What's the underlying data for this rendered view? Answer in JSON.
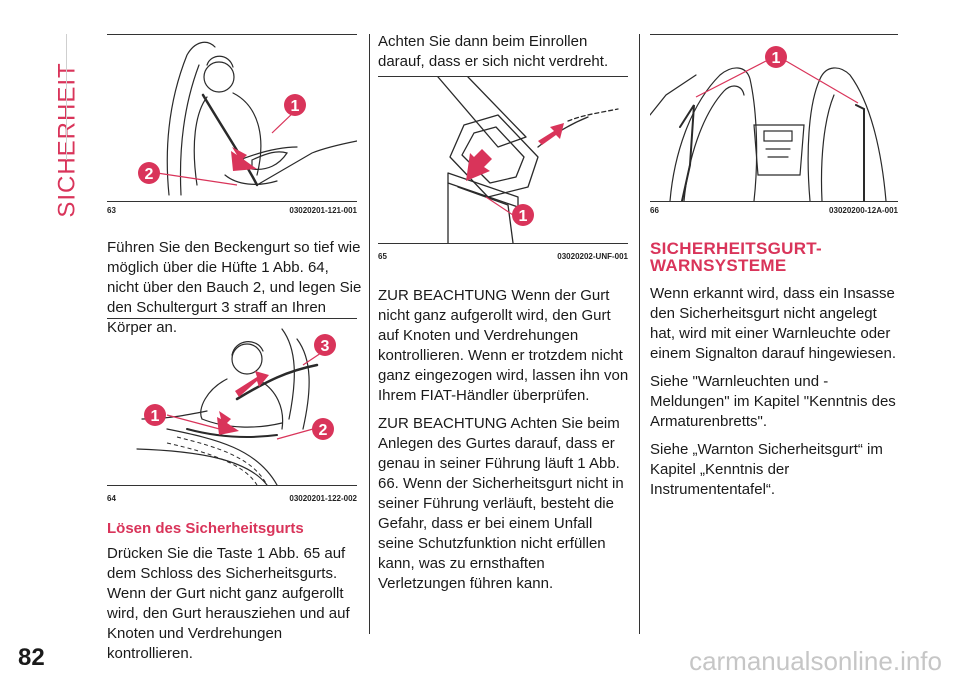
{
  "section_title": "SICHERHEIT",
  "page_number": "82",
  "watermark": "carmanualsonline.info",
  "colors": {
    "accent": "#d9345a",
    "arrow": "#d9345a",
    "line_art": "#2a2a2a"
  },
  "figures": [
    {
      "num": "63",
      "code": "03020201-121-001",
      "callouts": [
        "1",
        "2"
      ]
    },
    {
      "num": "64",
      "code": "03020201-122-002",
      "callouts": [
        "3",
        "1",
        "2"
      ]
    },
    {
      "num": "65",
      "code": "03020202-UNF-001",
      "callouts": [
        "1"
      ]
    },
    {
      "num": "66",
      "code": "03020200-12A-001",
      "callouts": [
        "1"
      ]
    }
  ],
  "col1": {
    "para1": "Führen Sie den Beckengurt so tief wie möglich über die Hüfte 1 Abb. 64, nicht über den Bauch 2, und legen Sie den Schultergurt 3 straff an Ihren Körper an.",
    "subheading": "Lösen des Sicherheitsgurts",
    "para2": "Drücken Sie die Taste 1 Abb. 65 auf dem Schloss des Sicherheitsgurts. Wenn der Gurt nicht ganz aufgerollt wird, den Gurt herausziehen und auf Knoten und Verdrehungen kontrollieren."
  },
  "col2": {
    "intro": "Achten Sie dann beim Einrollen darauf, dass er sich nicht verdreht.",
    "note1": "ZUR BEACHTUNG Wenn der Gurt nicht ganz aufgerollt wird, den Gurt auf Knoten und Verdrehungen kontrollieren. Wenn er trotzdem nicht ganz eingezogen wird, lassen ihn von Ihrem FIAT-Händler überprüfen.",
    "note2": "ZUR BEACHTUNG Achten Sie beim Anlegen des Gurtes darauf, dass er genau in seiner Führung läuft 1 Abb. 66. Wenn der Sicherheitsgurt nicht in seiner Führung verläuft, besteht die Gefahr, dass er bei einem Unfall seine Schutzfunktion nicht erfüllen kann, was zu ernsthaften Verletzungen führen kann."
  },
  "col3": {
    "heading_line1": "SICHERHEITSGURT-",
    "heading_line2": "WARNSYSTEME",
    "para1": "Wenn erkannt wird, dass ein Insasse den Sicherheitsgurt nicht angelegt hat, wird mit einer Warnleuchte oder einem Signalton darauf hingewiesen.",
    "para2": "Siehe \"Warnleuchten und -Meldungen\" im Kapitel \"Kenntnis des Armaturenbretts\".",
    "para3": "Siehe „Warnton Sicherheitsgurt“ im Kapitel „Kenntnis der Instrumententafel“."
  }
}
